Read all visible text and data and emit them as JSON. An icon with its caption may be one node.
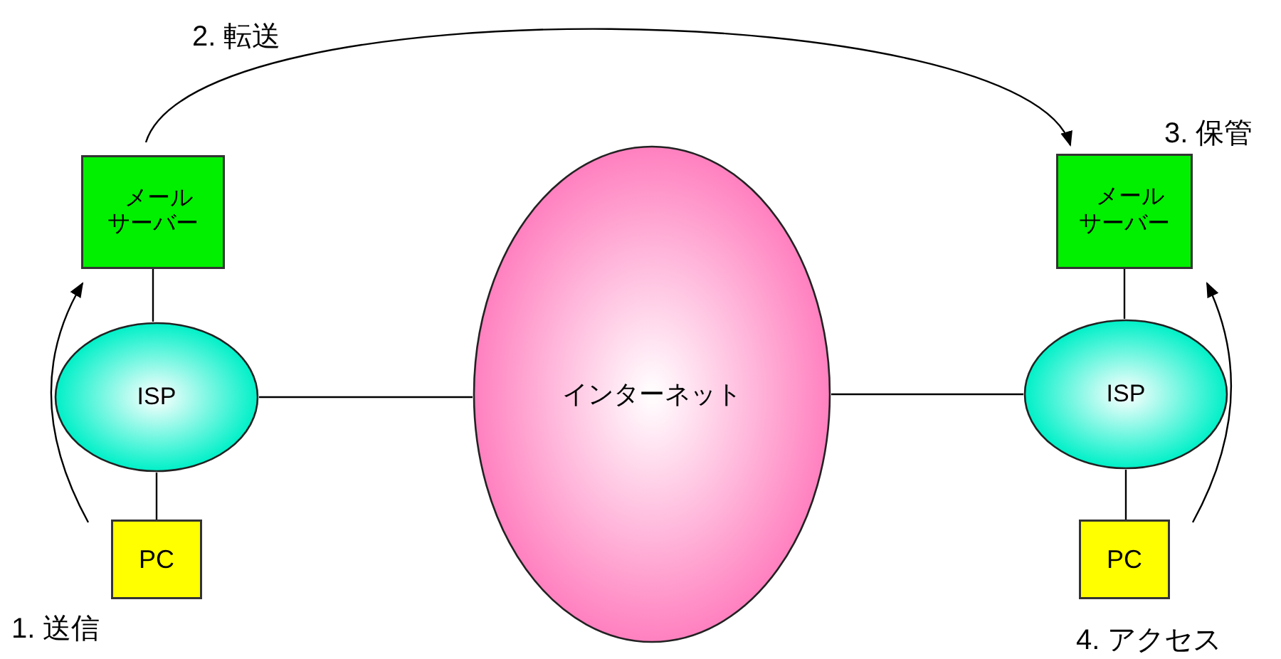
{
  "diagram": {
    "nodes": [
      {
        "text": [
          "メールサーバー"
        ]
      },
      {
        "text": [
          "ISP"
        ]
      },
      {
        "text": [
          "PC"
        ]
      },
      {
        "text": [
          "インターネット"
        ]
      },
      {
        "text": [
          "メールサーバー"
        ]
      },
      {
        "text": [
          "ISP"
        ]
      },
      {
        "text": [
          "PC"
        ]
      }
    ],
    "edges": [
      {
        "from": 0,
        "to": 1,
        "arrow": "none"
      },
      {
        "from": 1,
        "to": 2,
        "arrow": "none"
      },
      {
        "from": 1,
        "to": 3,
        "arrow": "none"
      },
      {
        "from": 3,
        "to": 5,
        "arrow": "none"
      },
      {
        "from": 4,
        "to": 5,
        "arrow": "none"
      },
      {
        "from": 5,
        "to": 6,
        "arrow": "none"
      },
      {
        "from": 2,
        "to": 0,
        "arrow": "to"
      },
      {
        "from": 0,
        "to": 4,
        "arrow": "to"
      },
      {
        "from": 6,
        "to": 4,
        "arrow": "to"
      }
    ],
    "labels": [
      "2. 転送",
      "3. 保管",
      "1. 送信",
      "4. アクセス"
    ]
  }
}
